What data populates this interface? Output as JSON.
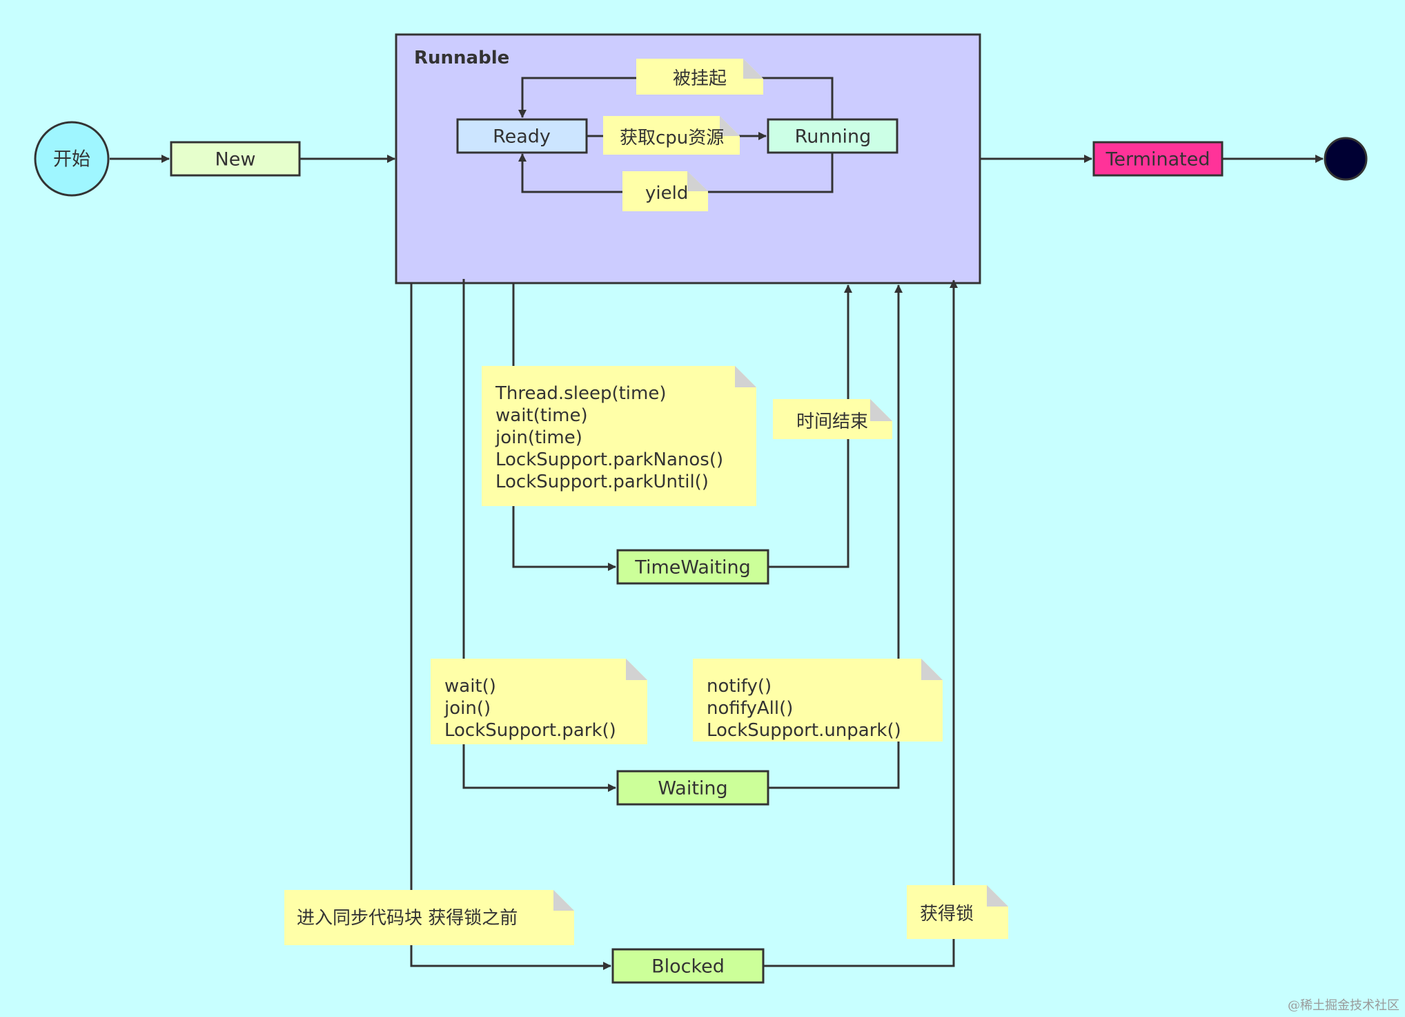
{
  "composite_state": {
    "title": "Runnable"
  },
  "states": {
    "start": "开始",
    "new": "New",
    "ready": "Ready",
    "running": "Running",
    "terminated": "Terminated",
    "time_waiting": "TimeWaiting",
    "waiting": "Waiting",
    "blocked": "Blocked"
  },
  "notes": {
    "suspended": [
      "被挂起"
    ],
    "get_cpu": [
      "获取cpu资源"
    ],
    "yield": [
      "yield"
    ],
    "timed_wait_calls": [
      "Thread.sleep(time)",
      "wait(time)",
      "join(time)",
      "LockSupport.parkNanos()",
      "LockSupport.parkUntil()"
    ],
    "time_up": [
      "时间结束"
    ],
    "wait_calls": [
      "wait()",
      "join()",
      "LockSupport.park()"
    ],
    "notify_calls": [
      "notify()",
      "nofifyAll()",
      "LockSupport.unpark()"
    ],
    "enter_sync": [
      "进入同步代码块 获得锁之前"
    ],
    "get_lock": [
      "获得锁"
    ]
  },
  "watermark": "@稀土掘金技术社区",
  "colors": {
    "background": "#c8ffff",
    "runnable_fill": "#ccccff",
    "start_fill": "#9ff6ff",
    "new_fill": "#e6ffcc",
    "ready_fill": "#cce5ff",
    "running_fill": "#ccffe6",
    "terminated_fill": "#ff3399",
    "wait_state_fill": "#ccff99",
    "note_fill": "#ffffa8",
    "end_fill": "#000033",
    "line": "#333333"
  }
}
